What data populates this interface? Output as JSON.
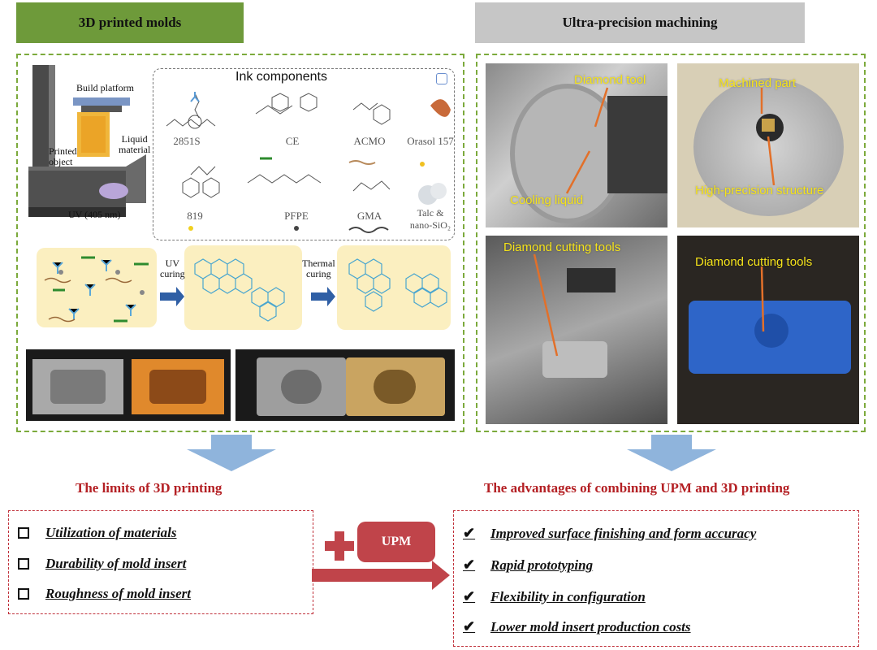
{
  "headers": {
    "left": "3D printed molds",
    "right": "Ultra-precision machining"
  },
  "printer": {
    "build_platform": "Build platform",
    "liquid_material": "Liquid\nmaterial",
    "printed_object": "Printed\nobject",
    "uv": "UV (405 nm)"
  },
  "ink": {
    "title": "Ink components",
    "components": [
      "2851S",
      "CE",
      "ACMO",
      "Orasol 157",
      "819",
      "PFPE",
      "GMA",
      "Talc &\nnano-SiO₂"
    ]
  },
  "curing": {
    "uv": "UV\ncuring",
    "thermal": "Thermal\ncuring"
  },
  "photos": {
    "diamond_tool": "Diamond tool",
    "cooling_liquid": "Cooling liquid",
    "machined_part": "Machined part",
    "high_precision": "High-precision structure",
    "cutting_tools_1": "Diamond cutting tools",
    "cutting_tools_2": "Diamond cutting tools"
  },
  "limits": {
    "title": "The limits of 3D printing",
    "items": [
      "Utilization of materials",
      "Durability of mold insert",
      "Roughness of mold insert"
    ]
  },
  "upm": "UPM",
  "advantages": {
    "title": "The advantages of combining UPM and 3D printing",
    "items": [
      "Improved surface finishing and form accuracy",
      "Rapid prototyping",
      "Flexibility in configuration",
      "Lower mold insert production costs"
    ]
  },
  "colors": {
    "green": "#6e9a3a",
    "gray": "#c6c6c6",
    "red": "#b42024",
    "blue_arrow": "#8fb4dc"
  }
}
